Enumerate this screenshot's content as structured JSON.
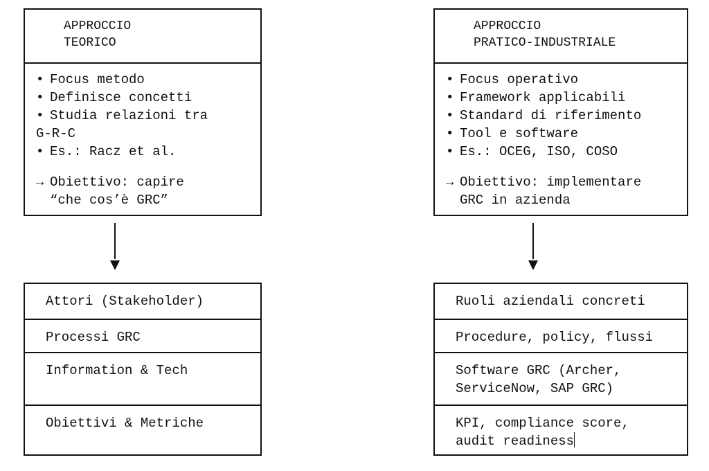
{
  "left": {
    "header": [
      "APPROCCIO",
      "TEORICO"
    ],
    "bullets": [
      "Focus metodo",
      "Definisce concetti",
      "Studia relazioni tra",
      "Es.: Racz et al."
    ],
    "bullet_wrap": "G-R-C",
    "goal_line1": "Obiettivo: capire",
    "goal_line2": "“che cos’è GRC”",
    "cells": [
      "Attori (Stakeholder)",
      "Processi GRC",
      "Information & Tech",
      "Obiettivi & Metriche"
    ]
  },
  "right": {
    "header": [
      "APPROCCIO",
      "PRATICO-INDUSTRIALE"
    ],
    "bullets": [
      "Focus operativo",
      "Framework applicabili",
      "Standard di riferimento",
      "Tool e software",
      "Es.: OCEG, ISO, COSO"
    ],
    "goal_line1": "Obiettivo: implementare",
    "goal_line2": "GRC in azienda",
    "cells": [
      [
        "Ruoli aziendali concreti"
      ],
      [
        "Procedure, policy, flussi"
      ],
      [
        "Software GRC (Archer,",
        "ServiceNow, SAP GRC)"
      ],
      [
        "KPI, compliance score,",
        "audit readiness"
      ]
    ]
  },
  "symbols": {
    "bullet": "•",
    "arrow": "→"
  }
}
